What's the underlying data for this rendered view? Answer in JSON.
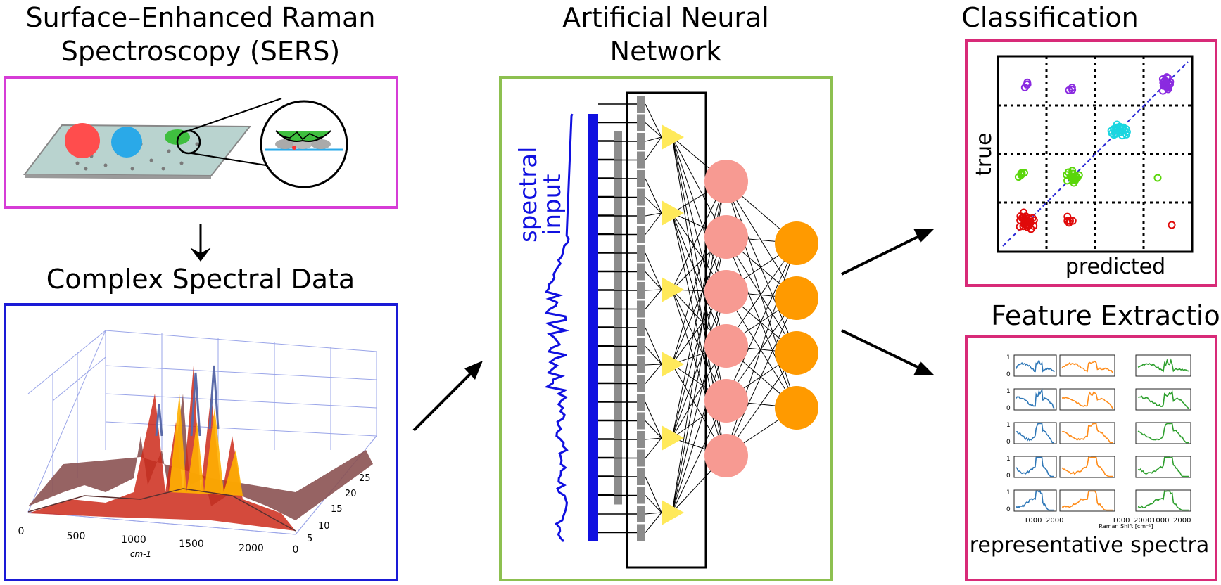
{
  "sers": {
    "title_line1": "Surface–Enhanced Raman",
    "title_line2": "Spectroscopy (SERS)",
    "border_color": "#d63cd6"
  },
  "spectral": {
    "title": "Complex Spectral Data",
    "border_color": "#1a1ad6",
    "x_ticks": [
      "0",
      "500",
      "1000",
      "1500",
      "2000",
      "0"
    ],
    "x_label": "cm-1",
    "depth_ticks": [
      "25",
      "20",
      "15",
      "10",
      "5"
    ]
  },
  "ann": {
    "title_line1": "Artificial Neural",
    "title_line2": "Network",
    "border_color": "#8dc050",
    "input_label_line1": "spectral",
    "input_label_line2": "input",
    "input_color": "#1010e0",
    "hidden_color": "#ffe95a",
    "layer2_color": "#f79a92",
    "output_color": "#ff9a00"
  },
  "classification": {
    "title": "Classification",
    "border_color": "#d82a78",
    "y_label": "true",
    "x_label": "predicted"
  },
  "features": {
    "title": "Feature Extraction",
    "border_color": "#d82a78",
    "y_tick_top": "1",
    "y_tick_bottom": "0",
    "x_ticks": [
      "1000",
      "2000"
    ],
    "x_axis_label": "Raman Shift [cm⁻¹]",
    "caption": "representative spectra",
    "series_colors": [
      "#2f78b8",
      "#ff8c1a",
      "#2fa02f"
    ]
  }
}
